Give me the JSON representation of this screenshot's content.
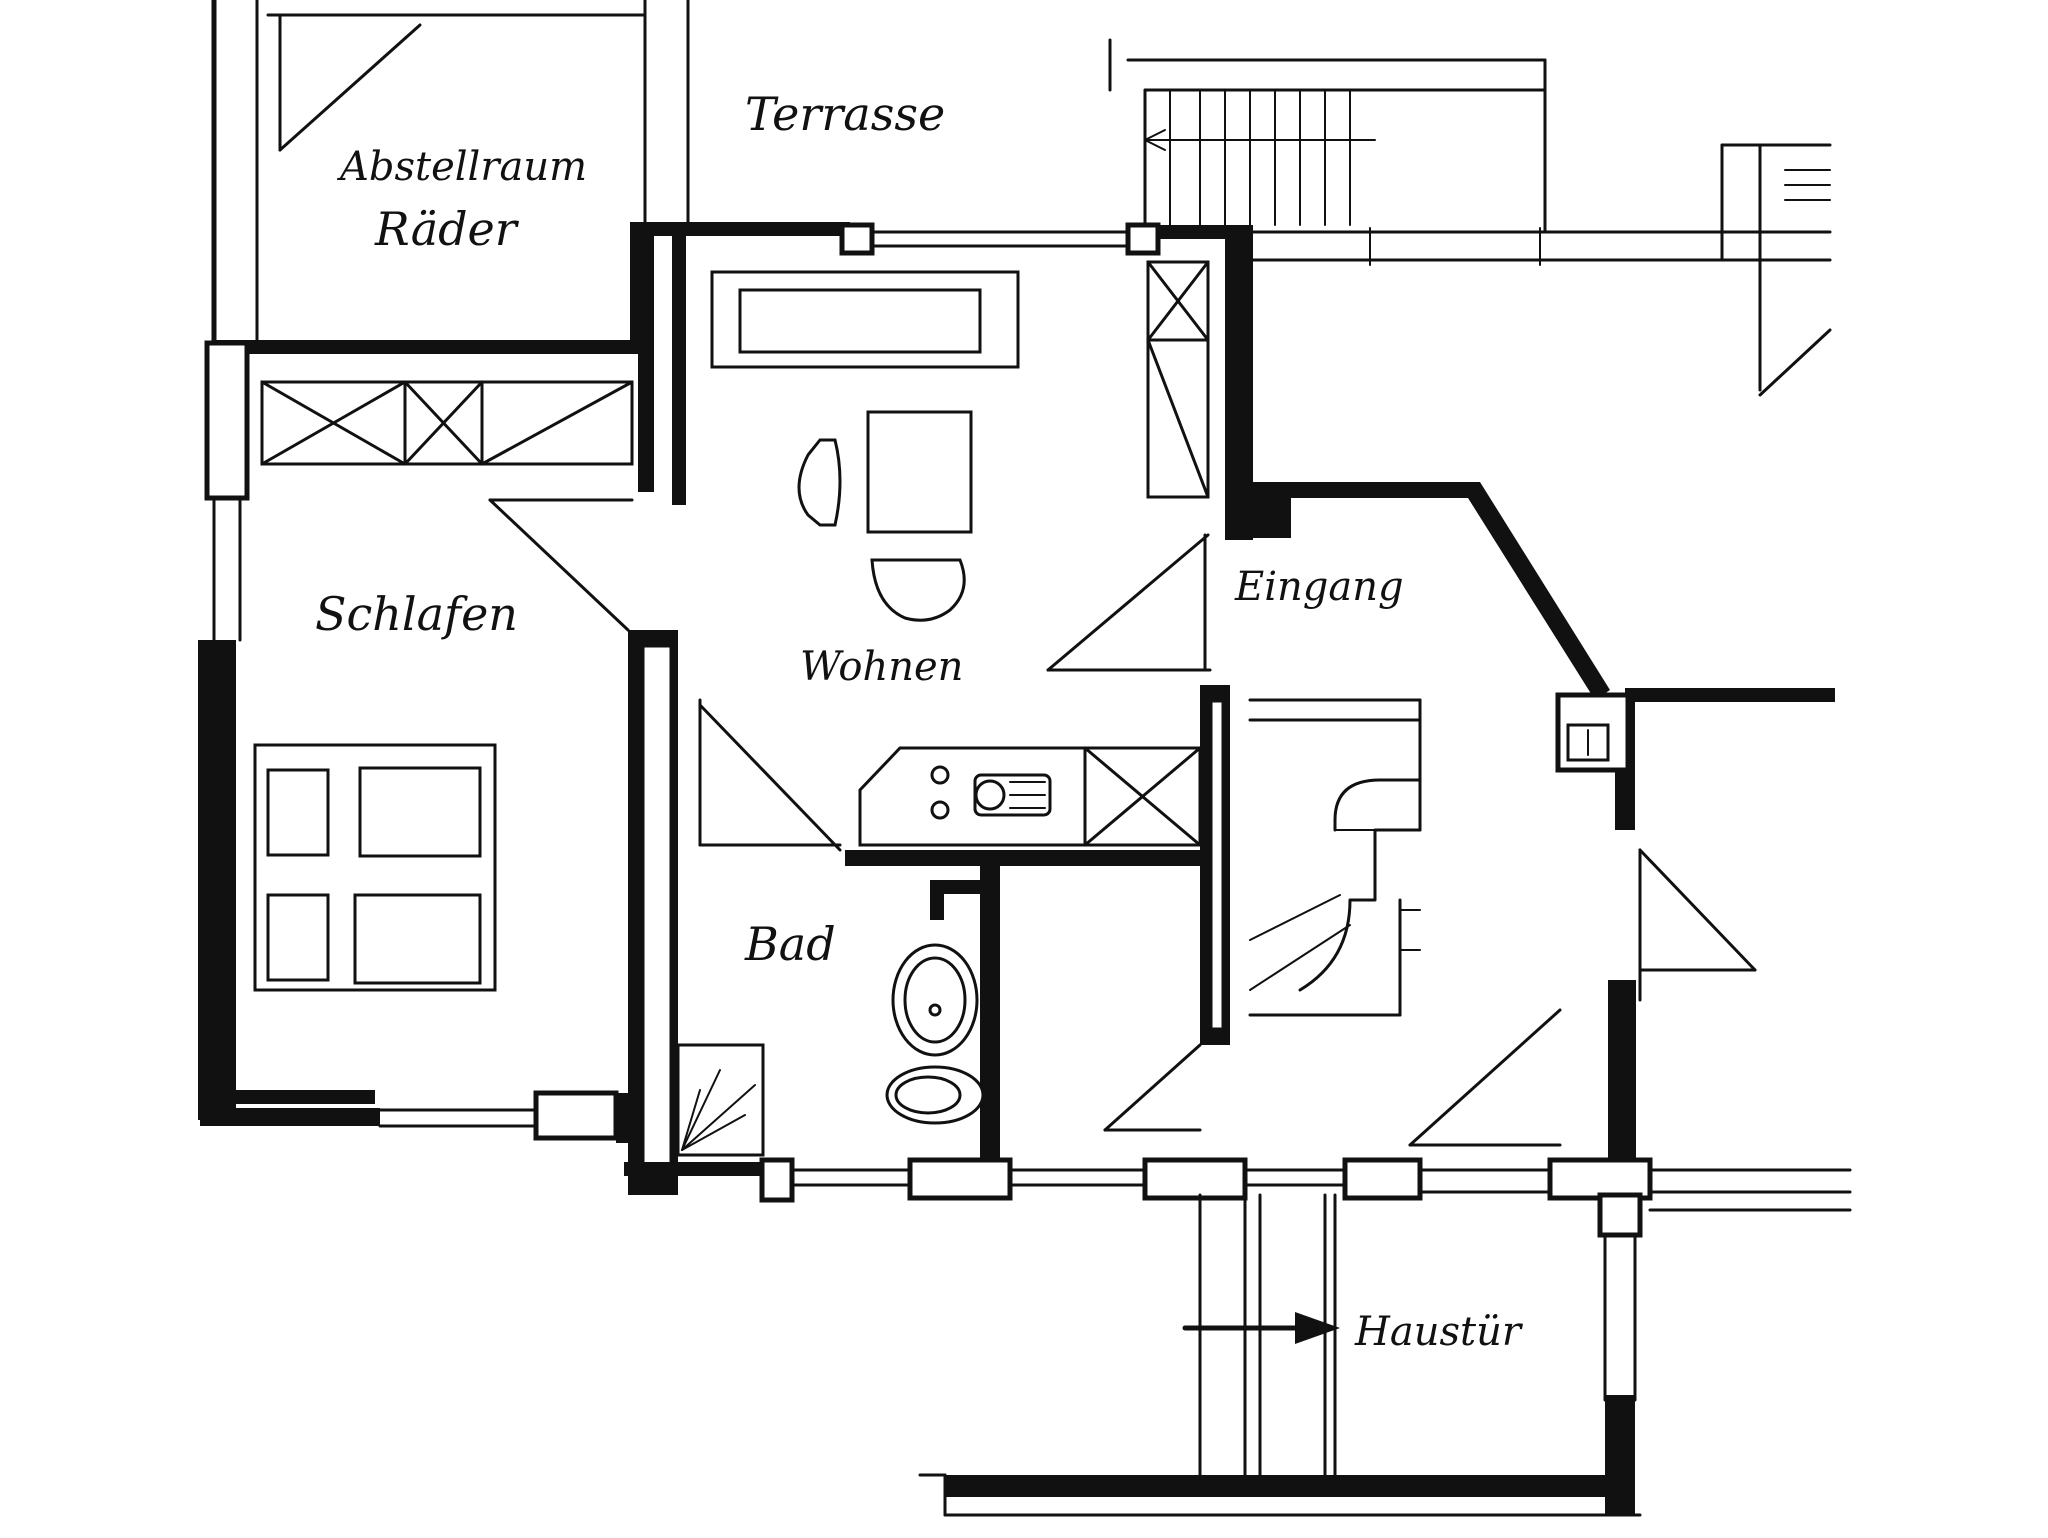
{
  "rooms": {
    "abstellraum_line1": "Abstellraum",
    "abstellraum_line2": "Räder",
    "terrasse": "Terrasse",
    "schlafen": "Schlafen",
    "wohnen": "Wohnen",
    "eingang": "Eingang",
    "bad": "Bad",
    "haustuer": "Haustür"
  }
}
